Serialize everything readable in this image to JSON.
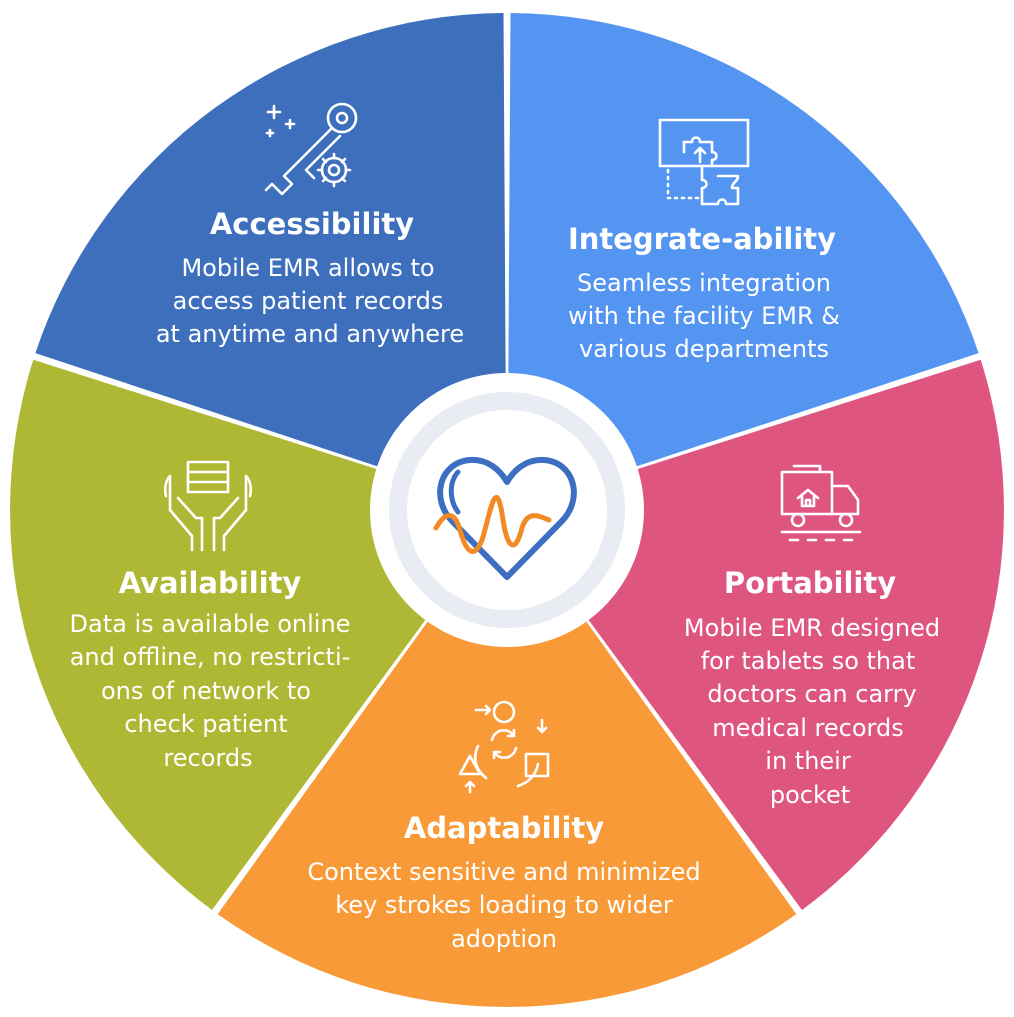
{
  "colors": {
    "accessibility": "#3d6fbd",
    "integrate": "#5495f2",
    "portability": "#de5580",
    "adaptability": "#f89a37",
    "availability": "#aeb834",
    "heart_blue": "#3c6fc1",
    "heart_orange": "#f28b25"
  },
  "segments": [
    {
      "id": "accessibility",
      "icon": "key-gear-icon",
      "title": "Accessibility",
      "lines": [
        "Mobile EMR allows to",
        "access patient records",
        "at anytime and anywhere"
      ]
    },
    {
      "id": "integrate",
      "icon": "puzzle-integration-icon",
      "title": "Integrate-ability",
      "lines": [
        "Seamless integration",
        "with the facility EMR &",
        "various departments"
      ]
    },
    {
      "id": "portability",
      "icon": "delivery-truck-icon",
      "title": "Portability",
      "lines": [
        "Mobile EMR designed",
        "for tablets so that",
        "doctors can carry",
        "medical records",
        "in their",
        "pocket"
      ]
    },
    {
      "id": "adaptability",
      "icon": "shapes-cycle-icon",
      "title": "Adaptability",
      "lines": [
        "Context sensitive and minimized",
        "key strokes loading to wider",
        "adoption"
      ]
    },
    {
      "id": "availability",
      "icon": "hands-holding-data-icon",
      "title": "Availability",
      "lines": [
        "Data is available online",
        "and offline, no restricti-",
        "ons of network to",
        "check patient",
        "records"
      ]
    }
  ],
  "center": {
    "icon": "heart-pulse-icon"
  }
}
